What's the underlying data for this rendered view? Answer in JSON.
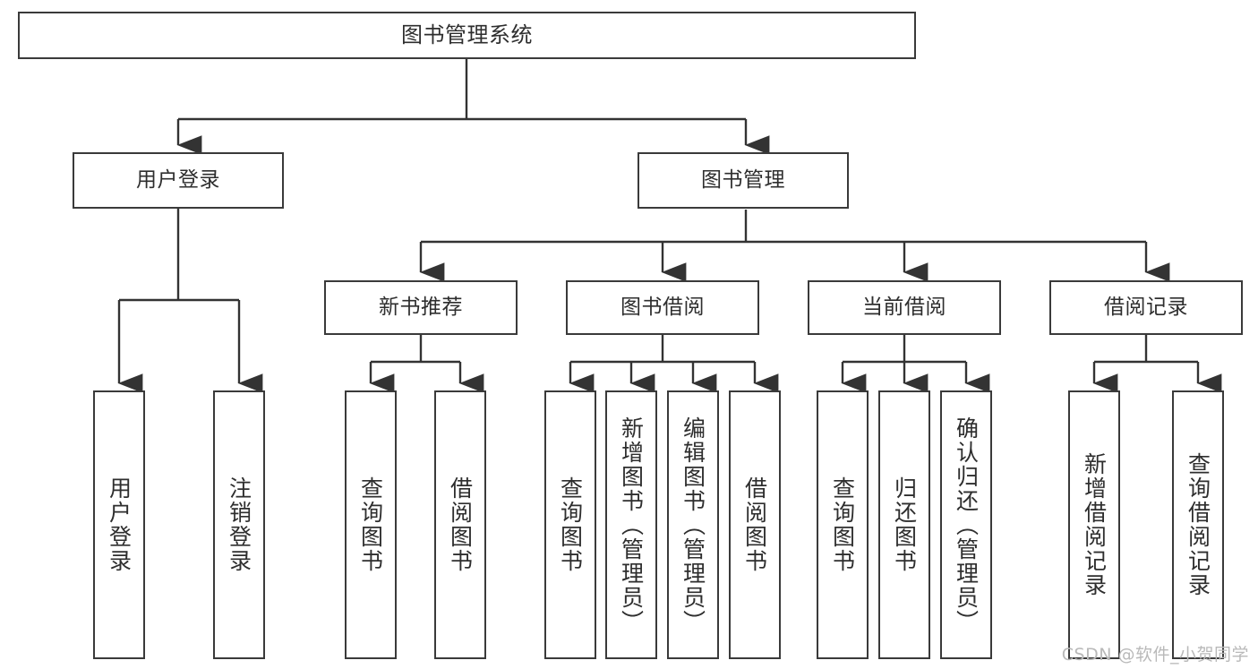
{
  "diagram": {
    "title": "图书管理系统",
    "type": "hierarchy-tree",
    "watermark": "CSDN @软件_小贺同学",
    "colors": {
      "box_border": "#3a3a3a",
      "connector": "#333333",
      "text": "#2e2e2e",
      "background": "#ffffff",
      "watermark": "#b9b9b9"
    }
  },
  "nodes": {
    "root": {
      "label": "图书管理系统"
    },
    "level1": [
      {
        "label": "用户登录"
      },
      {
        "label": "图书管理"
      }
    ],
    "level2": [
      {
        "label": "新书推荐"
      },
      {
        "label": "图书借阅"
      },
      {
        "label": "当前借阅"
      },
      {
        "label": "借阅记录"
      }
    ],
    "leaves": {
      "user_login": [
        {
          "label": "用户登录"
        },
        {
          "label": "注销登录"
        }
      ],
      "new_book_recommend": [
        {
          "label": "查询图书"
        },
        {
          "label": "借阅图书"
        }
      ],
      "book_borrow": [
        {
          "label": "查询图书"
        },
        {
          "label": "新增图书（管理员）"
        },
        {
          "label": "编辑图书（管理员）"
        },
        {
          "label": "借阅图书"
        }
      ],
      "current_borrow": [
        {
          "label": "查询图书"
        },
        {
          "label": "归还图书"
        },
        {
          "label": "确认归还（管理员）"
        }
      ],
      "borrow_record": [
        {
          "label": "新增借阅记录"
        },
        {
          "label": "查询借阅记录"
        }
      ]
    }
  }
}
